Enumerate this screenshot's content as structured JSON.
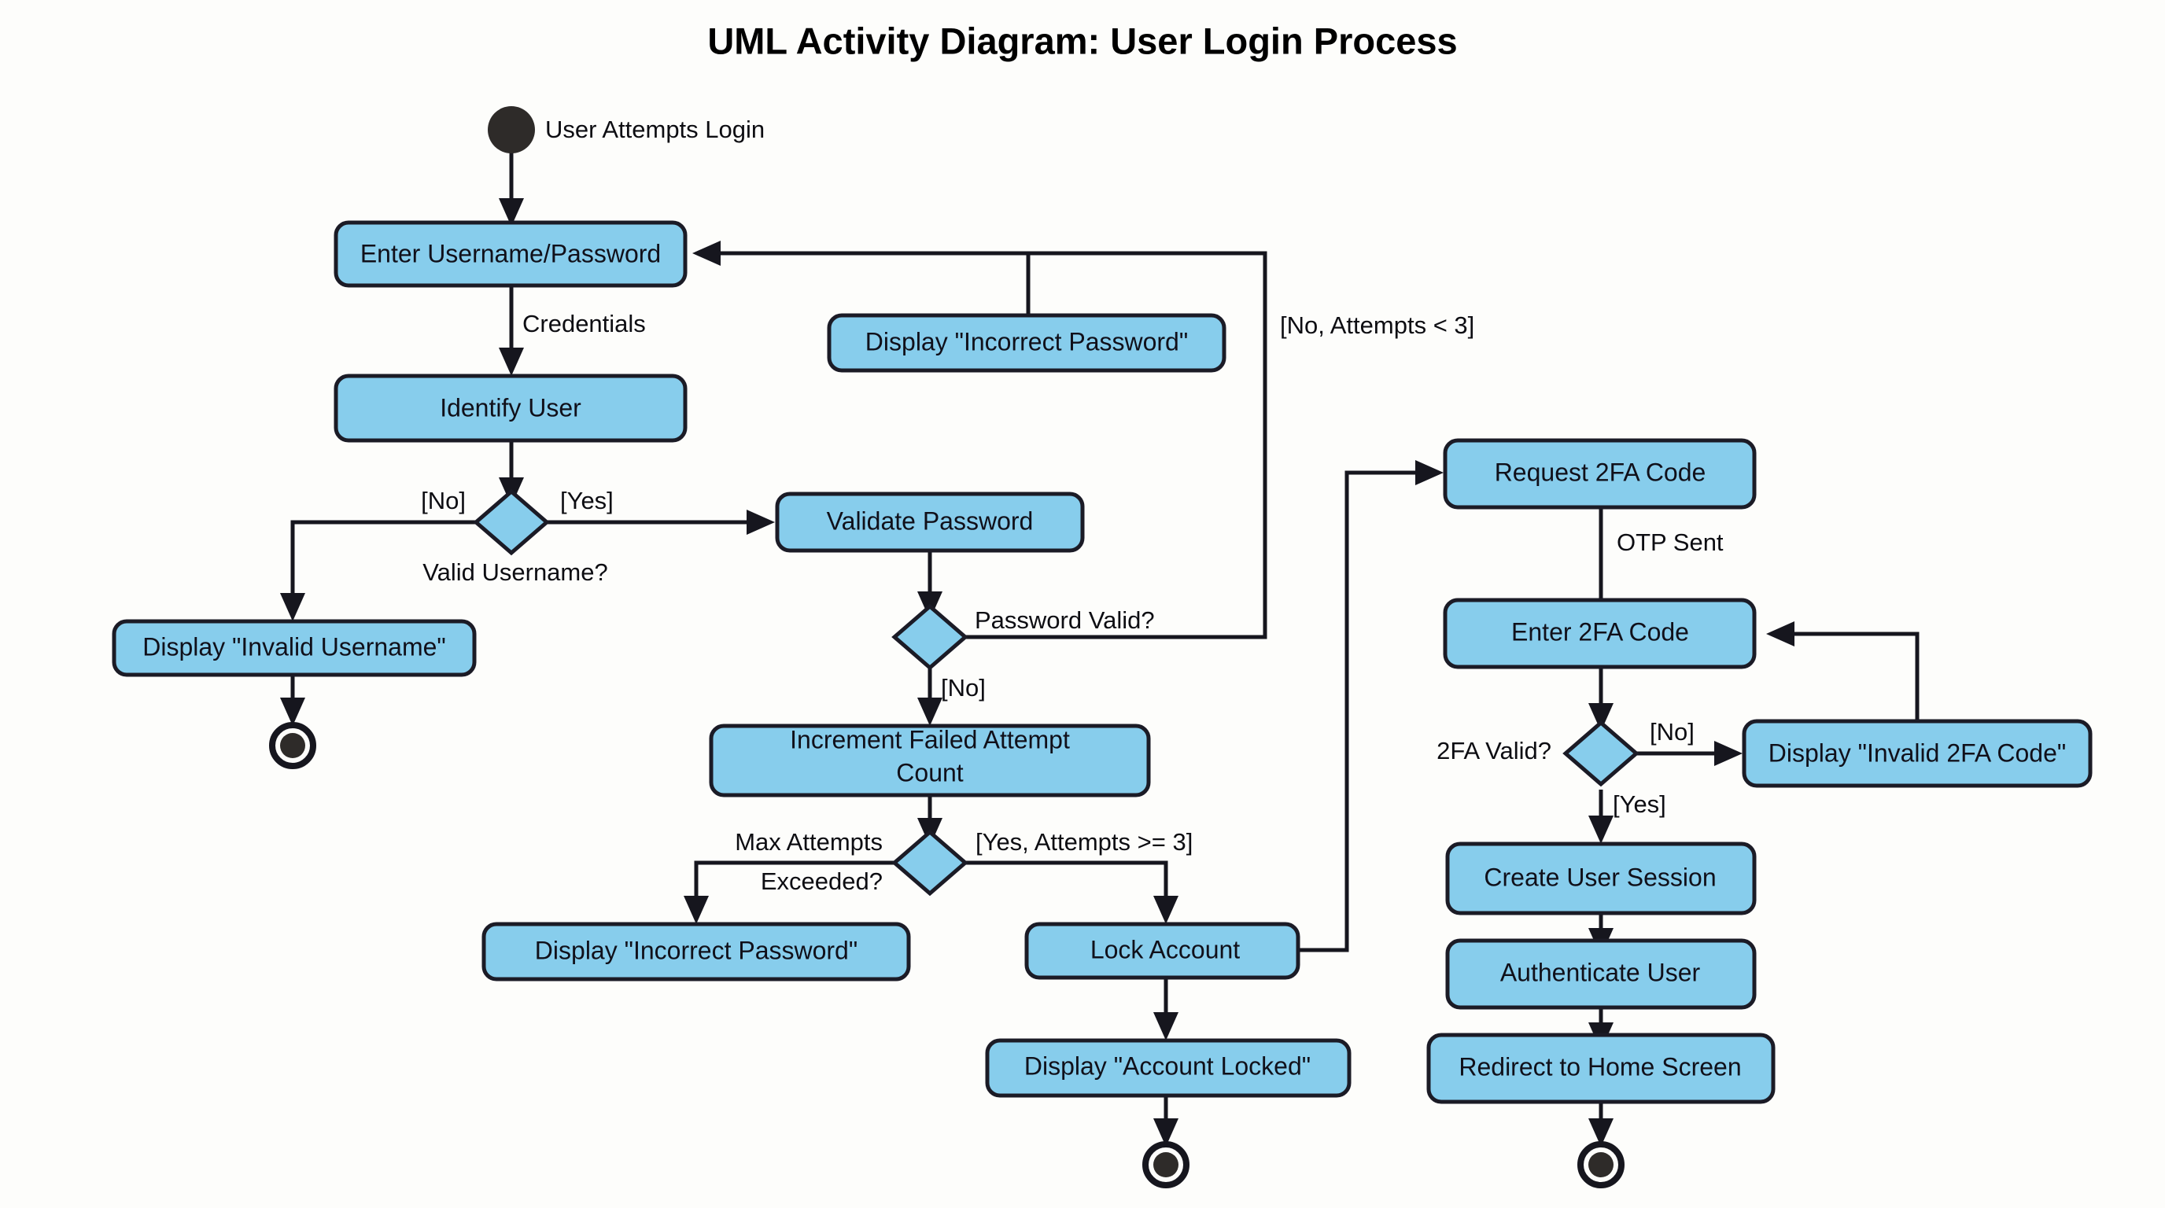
{
  "title": "UML Activity Diagram: User Login Process",
  "colors": {
    "node_fill": "#87CDEC",
    "node_stroke": "#1B1B26",
    "background": "#FDFDFB",
    "text": "#10101A",
    "edge": "#16161E"
  },
  "nodes": {
    "start": {
      "type": "initial-node",
      "label": "User Attempts Login"
    },
    "enter_credentials": {
      "type": "action",
      "label": "Enter Username/Password"
    },
    "identify_user": {
      "type": "action",
      "label": "Identify User"
    },
    "valid_username": {
      "type": "decision",
      "label": "Valid Username?"
    },
    "display_invalid_username": {
      "type": "action",
      "label": "Display \"Invalid Username\""
    },
    "end_invalid_username": {
      "type": "final-node",
      "label": ""
    },
    "display_incorrect_password_top": {
      "type": "action",
      "label": "Display \"Incorrect Password\""
    },
    "validate_password": {
      "type": "action",
      "label": "Validate Password"
    },
    "password_valid": {
      "type": "decision",
      "label": "Password Valid?"
    },
    "increment_failed": {
      "type": "action",
      "label_line1": "Increment Failed Attempt",
      "label_line2": "Count"
    },
    "max_attempts": {
      "type": "decision",
      "label_line1": "Max Attempts",
      "label_line2": "Exceeded?"
    },
    "display_incorrect_password_bottom": {
      "type": "action",
      "label": "Display \"Incorrect Password\""
    },
    "lock_account": {
      "type": "action",
      "label": "Lock Account"
    },
    "display_account_locked": {
      "type": "action",
      "label": "Display \"Account Locked\""
    },
    "end_account_locked": {
      "type": "final-node",
      "label": ""
    },
    "request_2fa": {
      "type": "action",
      "label": "Request 2FA Code"
    },
    "enter_2fa": {
      "type": "action",
      "label": "Enter 2FA Code"
    },
    "two_fa_valid": {
      "type": "decision",
      "label": "2FA Valid?"
    },
    "display_invalid_2fa": {
      "type": "action",
      "label": "Display \"Invalid 2FA Code\""
    },
    "create_session": {
      "type": "action",
      "label": "Create User Session"
    },
    "authenticate_user": {
      "type": "action",
      "label": "Authenticate User"
    },
    "redirect_home": {
      "type": "action",
      "label": "Redirect to Home Screen"
    },
    "end_success": {
      "type": "final-node",
      "label": ""
    }
  },
  "edge_labels": {
    "credentials": "Credentials",
    "valid_username_no": "[No]",
    "valid_username_yes": "[Yes]",
    "no_attempts_lt_3": "[No, Attempts < 3]",
    "password_valid_no": "[No]",
    "yes_attempts_gte_3": "[Yes, Attempts >= 3]",
    "otp_sent": "OTP Sent",
    "two_fa_no": "[No]",
    "two_fa_yes": "[Yes]"
  }
}
